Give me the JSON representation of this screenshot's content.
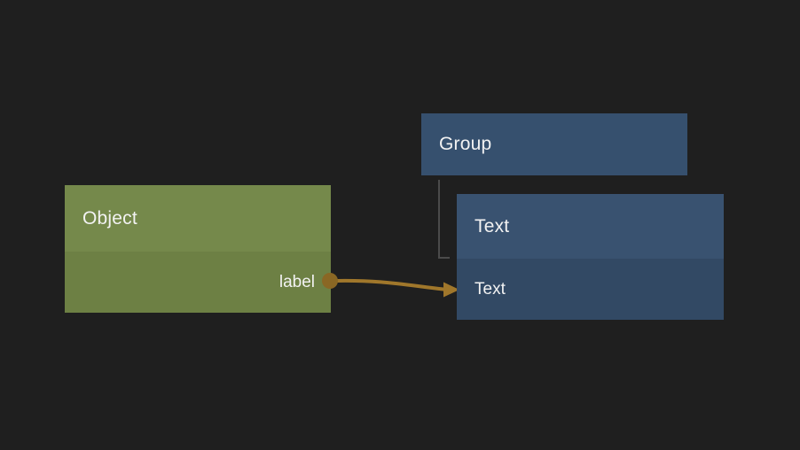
{
  "canvas": {
    "background_color": "#1f1f1f"
  },
  "nodes": {
    "object": {
      "title": "Object",
      "header_color": "#75894b",
      "body_color": "#6d8044",
      "output_port": {
        "label": "label",
        "dot_color": "#8a6724"
      }
    },
    "group": {
      "title": "Group",
      "header_color": "#36506e"
    },
    "text": {
      "title": "Text",
      "header_color": "#395270",
      "body_color": "#324964",
      "row_label": "Text"
    }
  },
  "edges": {
    "connection_wire": {
      "from": "Object / label",
      "to": "Text / Text",
      "color": "#a0772b"
    },
    "hierarchy_connector": {
      "from": "Group",
      "to": "Text",
      "color": "#4b4b4b"
    }
  },
  "text_color": "#f2f2f2"
}
